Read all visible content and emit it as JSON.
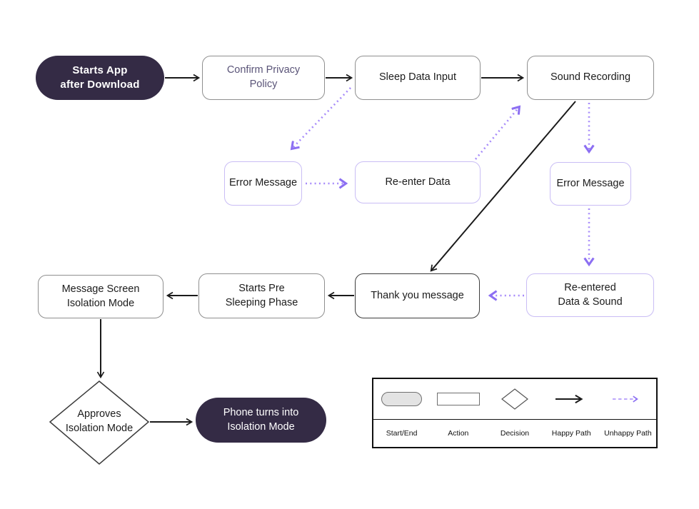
{
  "nodes": {
    "start": {
      "label": "Starts App\nafter Download",
      "type": "start-end"
    },
    "confirm_privacy": {
      "label": "Confirm Privacy\nPolicy",
      "type": "action"
    },
    "sleep_data": {
      "label": "Sleep Data Input",
      "type": "action"
    },
    "sound_recording": {
      "label": "Sound Recording",
      "type": "action"
    },
    "error_left": {
      "label": "Error Message",
      "type": "error"
    },
    "reenter_data": {
      "label": "Re-enter Data",
      "type": "error"
    },
    "error_right": {
      "label": "Error Message",
      "type": "error"
    },
    "msg_screen": {
      "label": "Message Screen\nIsolation Mode",
      "type": "action"
    },
    "starts_pre": {
      "label": "Starts Pre\nSleeping Phase",
      "type": "action"
    },
    "thank_you": {
      "label": "Thank you message",
      "type": "action"
    },
    "reentered": {
      "label": "Re-entered\nData & Sound",
      "type": "error"
    },
    "approves": {
      "label": "Approves\nIsolation Mode",
      "type": "decision"
    },
    "phone": {
      "label": "Phone turns into\nIsolation Mode",
      "type": "start-end"
    }
  },
  "edges": {
    "happy_path": [
      {
        "from": "Starts App after Download",
        "to": "Confirm Privacy Policy"
      },
      {
        "from": "Confirm Privacy Policy",
        "to": "Sleep Data Input"
      },
      {
        "from": "Sleep Data Input",
        "to": "Sound Recording"
      },
      {
        "from": "Sound Recording",
        "to": "Thank you message"
      },
      {
        "from": "Thank you message",
        "to": "Starts Pre Sleeping Phase"
      },
      {
        "from": "Starts Pre Sleeping Phase",
        "to": "Message Screen Isolation Mode"
      },
      {
        "from": "Message Screen Isolation Mode",
        "to": "Approves Isolation Mode"
      },
      {
        "from": "Approves Isolation Mode",
        "to": "Phone turns into Isolation Mode"
      }
    ],
    "unhappy_path": [
      {
        "from": "Sleep Data Input",
        "to": "Error Message (left)"
      },
      {
        "from": "Error Message (left)",
        "to": "Re-enter Data"
      },
      {
        "from": "Re-enter Data",
        "to": "Sound Recording"
      },
      {
        "from": "Sound Recording",
        "to": "Error Message (right)"
      },
      {
        "from": "Error Message (right)",
        "to": "Re-entered Data & Sound"
      },
      {
        "from": "Re-entered Data & Sound",
        "to": "Thank you message"
      }
    ]
  },
  "legend": {
    "items": [
      {
        "shape": "start-end-pill",
        "label": "Start/End"
      },
      {
        "shape": "action-rect",
        "label": "Action"
      },
      {
        "shape": "decision-diamond",
        "label": "Decision"
      },
      {
        "shape": "solid-arrow",
        "label": "Happy Path"
      },
      {
        "shape": "dashed-arrow",
        "label": "Unhappy Path"
      }
    ]
  },
  "colors": {
    "start_end_fill": "#342B45",
    "start_end_text": "#FFFFFF",
    "action_border": "#8F8F8F",
    "strong_border": "#3D3D3D",
    "error_border": "#C9BDF5",
    "privacy_text": "#5A5478",
    "happy_path": "#1A1A1A",
    "unhappy_dots": "#A78BFA",
    "unhappy_head": "#8C6FF2",
    "background": "#FFFFFF",
    "legend_pill_fill": "#E3E3E3"
  }
}
